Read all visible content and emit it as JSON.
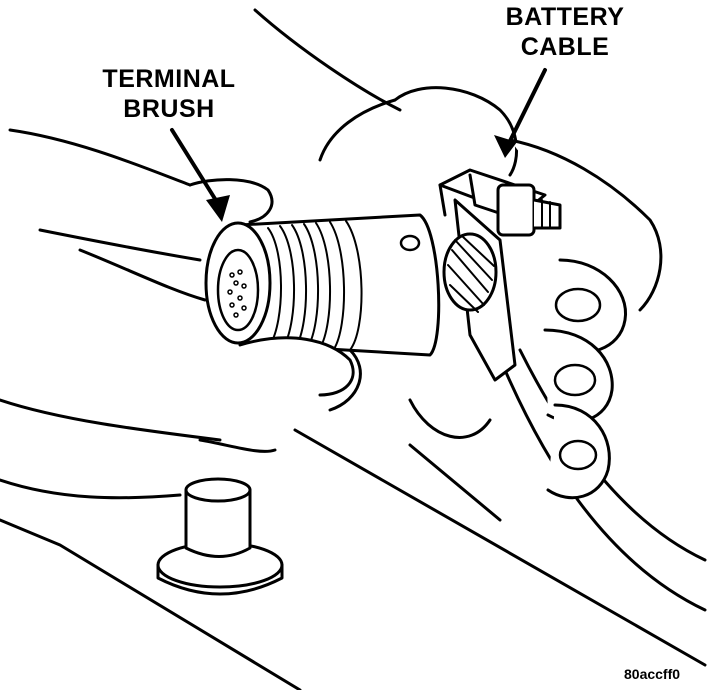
{
  "labels": {
    "terminal_brush_line1": "TERMINAL",
    "terminal_brush_line2": "BRUSH",
    "battery_cable_line1": "BATTERY",
    "battery_cable_line2": "CABLE"
  },
  "figure_code": "80accff0",
  "colors": {
    "ink": "#000000",
    "paper": "#ffffff"
  }
}
